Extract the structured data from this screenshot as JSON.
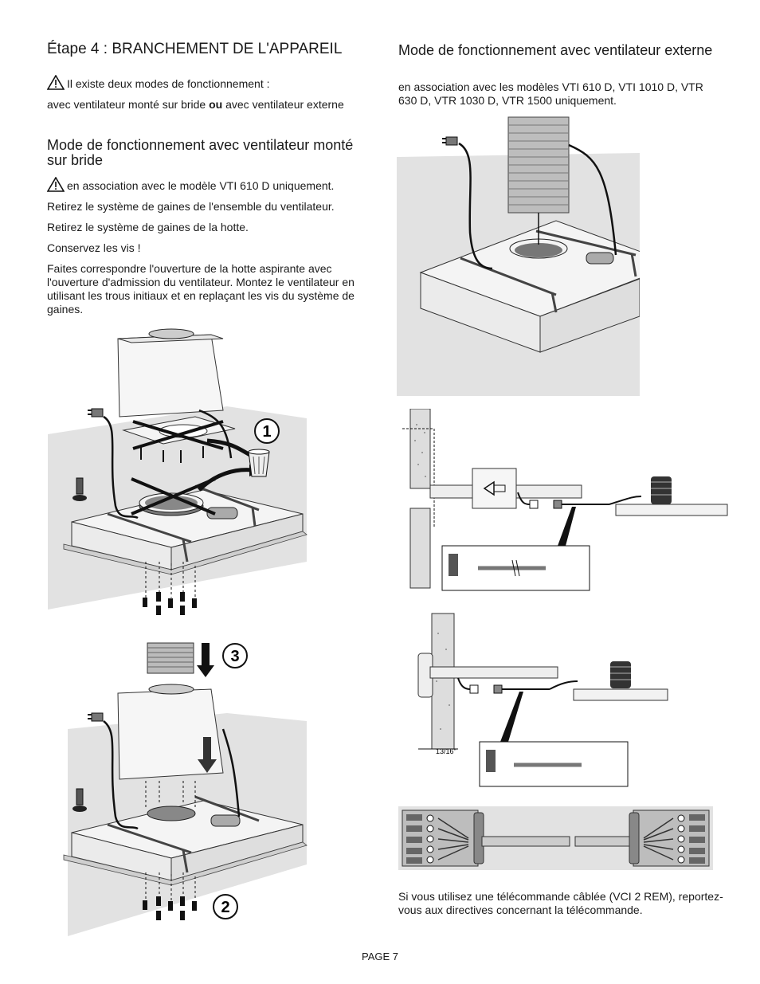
{
  "left": {
    "step_title": "Étape 4 : BRANCHEMENT DE L'APPAREIL",
    "warning_intro": "Il existe deux modes de fonctionnement :",
    "modes_part1": "avec ventilateur monté sur bride ",
    "modes_or": "ou",
    "modes_part2": " avec ventilateur externe",
    "section_title": "Mode de fonctionnement avec ventilateur monté sur bride",
    "section_warning": "en association avec le modèle VTI 610 D uniquement.",
    "instructions": [
      "Retirez le système de gaines de l'ensemble du ventilateur.",
      "Retirez le système de gaines de la hotte.",
      "Conservez les vis !",
      "Faites correspondre l'ouverture de la hotte aspirante avec l'ouverture d'admission du ventilateur. Montez le ventilateur en utilisant les trous initiaux et en replaçant les vis du système de gaines."
    ],
    "callouts": [
      "1",
      "2",
      "3"
    ]
  },
  "right": {
    "section_title": "Mode de fonctionnement avec ventilateur externe",
    "models_text": "en association avec les modèles VTI 610 D, VTI 1010 D, VTR 630 D, VTR 1030 D, VTR 1500 uniquement.",
    "dimension_label": "13/16\"",
    "remote_note": "Si vous utilisez une télécommande câblée (VCI 2 REM), reportez-vous aux directives concernant la télécommande."
  },
  "footer": {
    "page": "PAGE 7"
  },
  "icons": [
    "warning-triangle-icon",
    "power-plug-icon",
    "screw-icon",
    "trash-bin-icon",
    "arrow-icon"
  ]
}
